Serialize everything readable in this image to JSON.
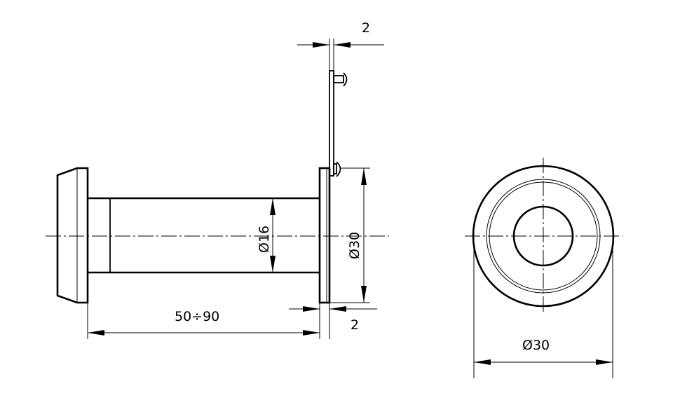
{
  "dimensions": {
    "plate_thickness_top": "2",
    "body_length": "50÷90",
    "plate_thickness_bottom": "2",
    "barrel_diameter": "Ø16",
    "plate_diameter_side": "Ø30",
    "plate_diameter_front": "Ø30"
  }
}
